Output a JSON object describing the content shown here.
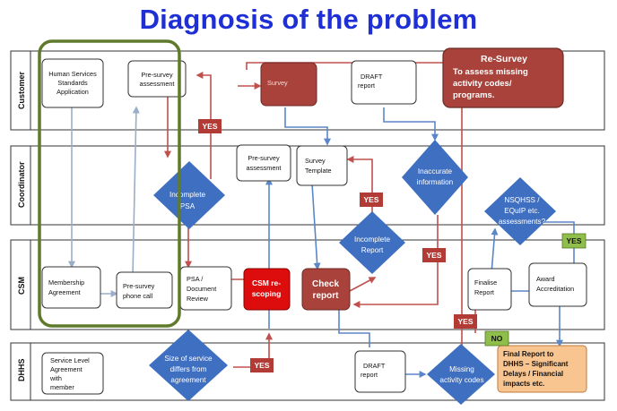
{
  "title": "Diagnosis of the problem",
  "lanes": {
    "customer": "Customer",
    "coordinator": "Coordinator",
    "csm": "CSM",
    "dhhs": "DHHS"
  },
  "boxes": {
    "hss_application": [
      "Human Services",
      "Standards",
      "Application"
    ],
    "pre_survey_assessment_customer": [
      "Pre-survey",
      "assessment"
    ],
    "survey": "Survey",
    "draft_report_customer": [
      "DRAFT",
      "report"
    ],
    "pre_survey_assessment_coordinator": [
      "Pre-survey",
      "assessment"
    ],
    "survey_template": [
      "Survey",
      "Template"
    ],
    "membership_agreement": [
      "Membership",
      "Agreement"
    ],
    "pre_survey_phone_call": [
      "Pre-survey",
      "phone call"
    ],
    "psa_document_review": [
      "PSA /",
      "Document",
      "Review"
    ],
    "csm_rescoping": [
      "CSM re-",
      "scoping"
    ],
    "check_report": [
      "Check",
      "report"
    ],
    "finalise_report": [
      "Finalise",
      "Report"
    ],
    "award_accreditation": [
      "Award",
      "Accreditation"
    ],
    "service_level_agreement": [
      "Service Level",
      "Agreement",
      "with",
      "member"
    ],
    "draft_report_dhhs": [
      "DRAFT",
      "report"
    ],
    "re_survey_title": "Re-Survey",
    "re_survey_body": [
      "To assess missing",
      "activity codes/",
      "programs."
    ],
    "final_report": [
      "Final Report to",
      "DHHS – Significant",
      "Delays / Financial",
      "impacts etc."
    ]
  },
  "decisions": {
    "incomplete_psa": [
      "Incomplete",
      "PSA"
    ],
    "inaccurate_information": [
      "Inaccurate",
      "information"
    ],
    "incomplete_report": [
      "Incomplete",
      "Report"
    ],
    "nsqhss": [
      "NSQHSS /",
      "EQuIP etc.",
      "assessments?"
    ],
    "size_of_service": [
      "Size of service",
      "differs from",
      "agreement"
    ],
    "missing_activity_codes": [
      "Missing",
      "activity codes"
    ]
  },
  "tags": {
    "yes": "YES",
    "no": "NO"
  },
  "colors": {
    "title": "#1f2fd6",
    "diamond": "#3f6fc0",
    "dark_red": "#a8423a",
    "bright_red": "#dd0d0d",
    "yes_red": "#b23b35",
    "yes_green": "#8fbf4a",
    "highlight_outline": "#5f7a2a",
    "final_report_fill": "#f8c490",
    "connector_red": "#c0504d",
    "connector_blue": "#5b86c7"
  },
  "icons": [
    "arrow-head-icon"
  ]
}
